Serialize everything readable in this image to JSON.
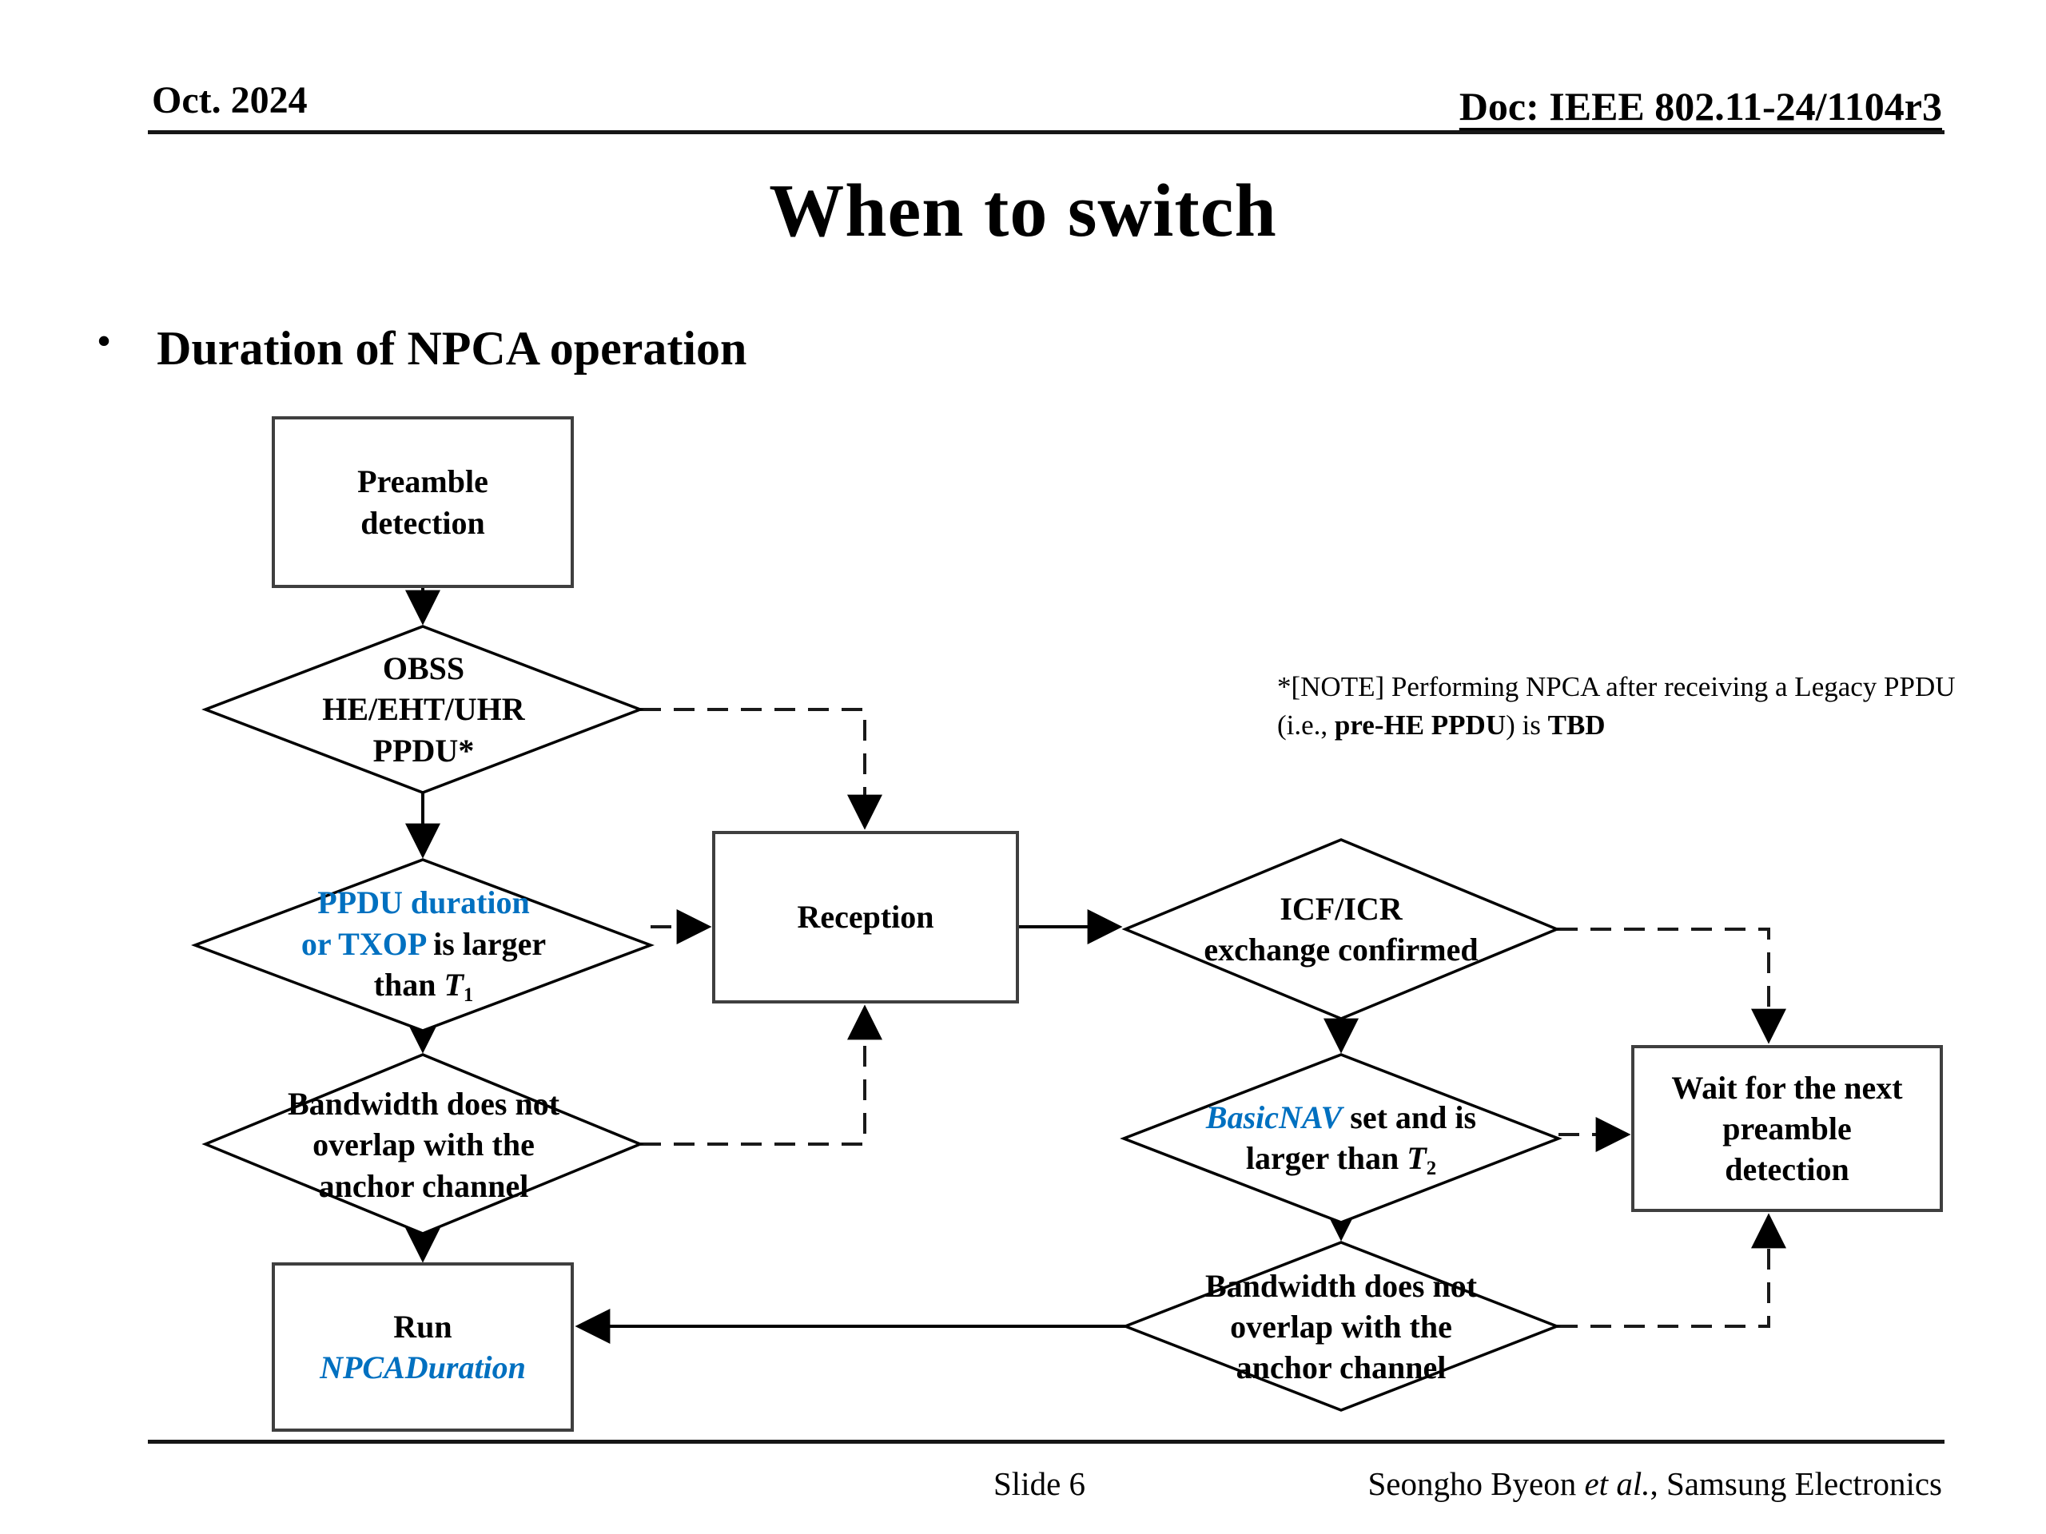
{
  "header": {
    "date": "Oct. 2024",
    "doc": "Doc: IEEE 802.11-24/1104r3"
  },
  "title": "When to switch",
  "bullet": {
    "marker": "•",
    "text": "Duration of NPCA operation"
  },
  "note": {
    "part1": "*[NOTE] Performing NPCA after receiving a Legacy PPDU (i.e., ",
    "bold1": "pre-HE PPDU",
    "part2": ") is ",
    "bold2": "TBD"
  },
  "flow": {
    "preamble": {
      "label": "Preamble\ndetection"
    },
    "obss": {
      "label": "OBSS\nHE/EHT/UHR\nPPDU*"
    },
    "ppdu": {
      "blue1": "PPDU duration",
      "blue2": "or TXOP",
      "black1": " is larger",
      "black2": "than ",
      "var": "T",
      "var_sub": "1"
    },
    "bw_left": {
      "label": "Bandwidth does not\noverlap with the\nanchor channel"
    },
    "run": {
      "line1": "Run",
      "line2": "NPCADuration"
    },
    "reception": {
      "label": "Reception"
    },
    "icf": {
      "label": "ICF/ICR\nexchange confirmed"
    },
    "basicnav": {
      "blue1": "BasicNAV",
      "black1": " set and is",
      "black2": "larger than ",
      "var": "T",
      "var_sub": "2"
    },
    "bw_right": {
      "label": "Bandwidth does not\noverlap with the\nanchor channel"
    },
    "wait": {
      "label": "Wait for the next\npreamble\ndetection"
    }
  },
  "footer": {
    "slide": "Slide 6",
    "authors_prefix": "Seongho Byeon ",
    "authors_italic": "et al.",
    "authors_suffix": ", Samsung Electronics"
  },
  "colors": {
    "accent_blue": "#0070C0",
    "box_border": "#3f3f3f",
    "diamond_border": "#000000"
  }
}
